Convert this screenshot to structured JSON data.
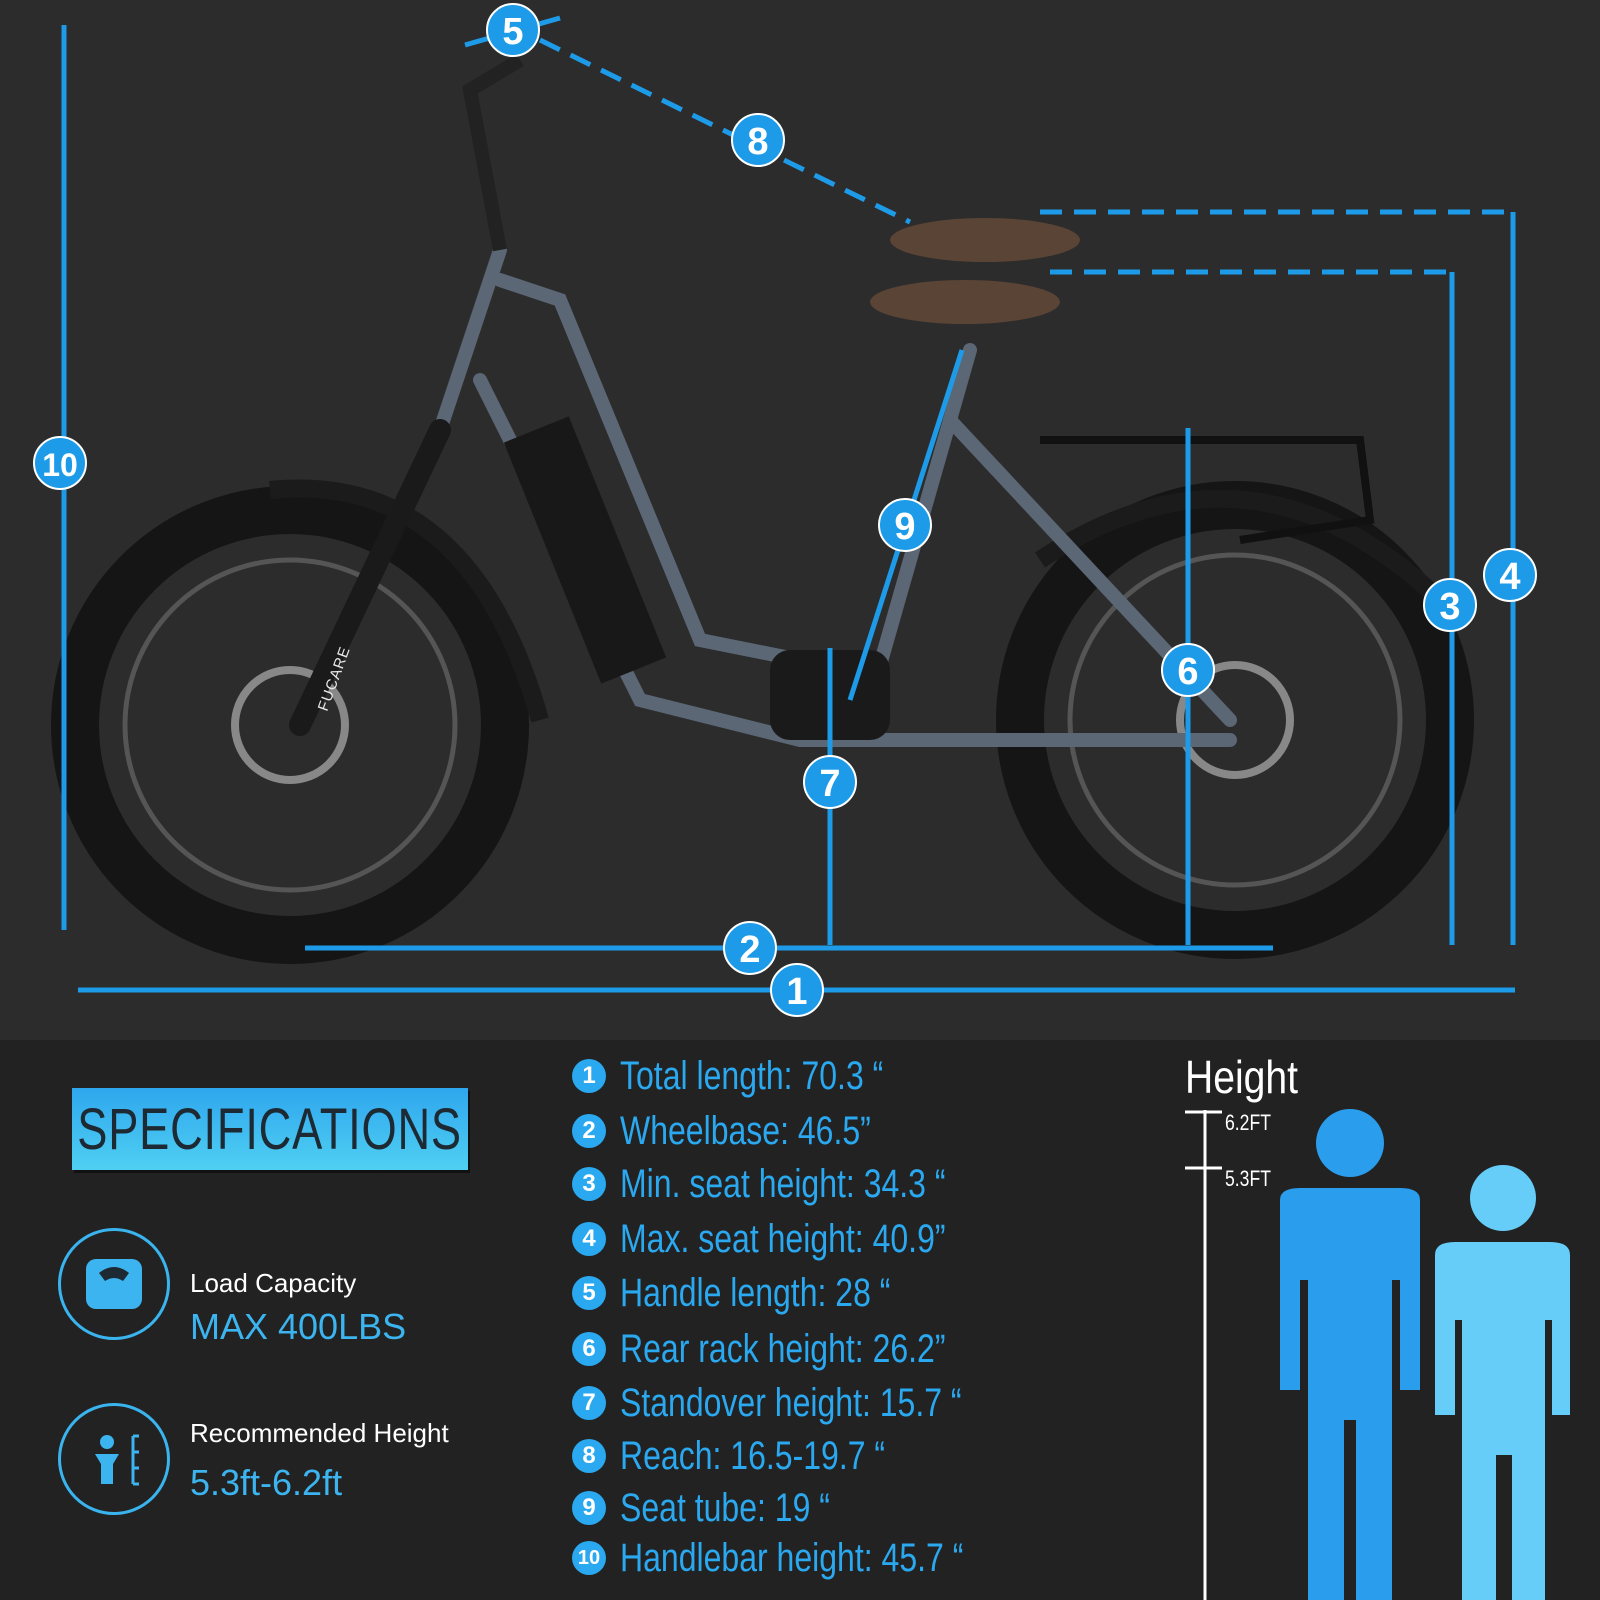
{
  "colors": {
    "accent": "#2aa8f0",
    "light_accent": "#66ccf8",
    "background": "#2c2c2c"
  },
  "diagram": {
    "markers": [
      "1",
      "2",
      "3",
      "4",
      "5",
      "6",
      "7",
      "8",
      "9",
      "10"
    ],
    "brand_on_frame": "FUCARE"
  },
  "specifications": {
    "title": "SPECIFICATIONS",
    "load_capacity": {
      "icon": "scale-icon",
      "label": "Load Capacity",
      "value": "MAX 400LBS"
    },
    "recommended_height": {
      "icon": "person-height-icon",
      "label": "Recommended Height",
      "value": "5.3ft-6.2ft"
    }
  },
  "spec_list": [
    {
      "num": "1",
      "text": "Total length:  70.3 “"
    },
    {
      "num": "2",
      "text": "Wheelbase:  46.5”"
    },
    {
      "num": "3",
      "text": "Min. seat height:  34.3 “"
    },
    {
      "num": "4",
      "text": "Max. seat height:  40.9”"
    },
    {
      "num": "5",
      "text": "Handle length:  28  “"
    },
    {
      "num": "6",
      "text": "Rear rack height:  26.2”"
    },
    {
      "num": "7",
      "text": "Standover height:  15.7 “"
    },
    {
      "num": "8",
      "text": "Reach:  16.5-19.7  “"
    },
    {
      "num": "9",
      "text": "Seat tube:  19  “"
    },
    {
      "num": "10",
      "text": "Handlebar height:  45.7 “"
    }
  ],
  "height_chart": {
    "title": "Height",
    "ticks": [
      "6.2FT",
      "5.3FT"
    ]
  }
}
